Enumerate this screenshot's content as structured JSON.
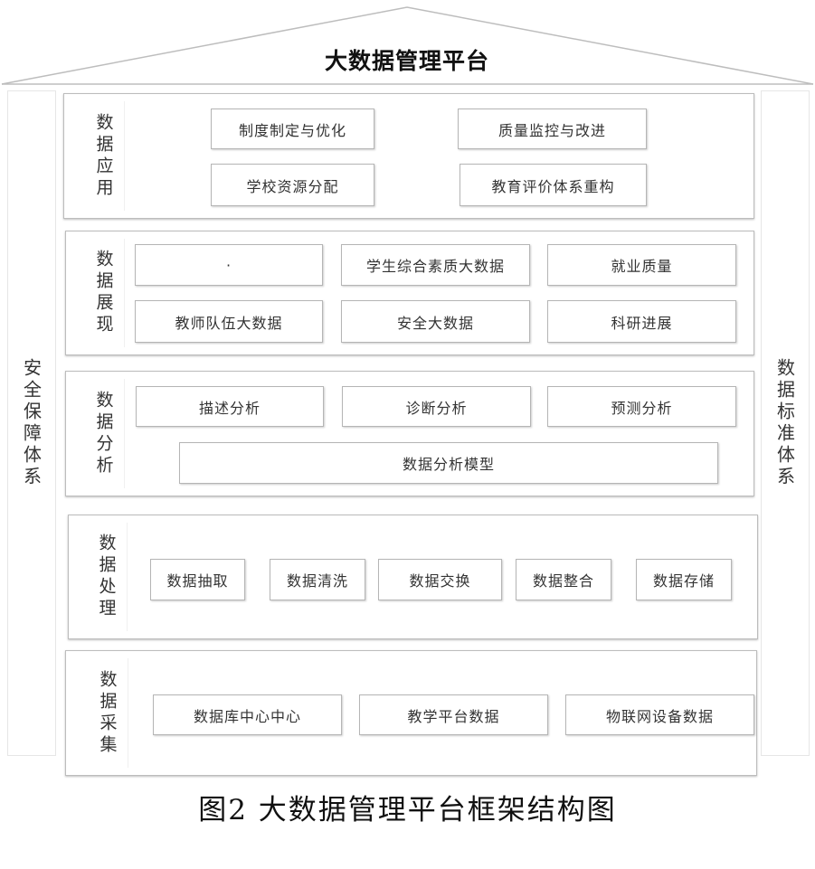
{
  "title": "大数据管理平台",
  "left_pillar": "安全保障体系",
  "right_pillar": "数据标准体系",
  "layers": {
    "application": {
      "label": "数据应用",
      "items": [
        "制度制定与优化",
        "质量监控与改进",
        "学校资源分配",
        "教育评价体系重构"
      ]
    },
    "display": {
      "label": "数据展现",
      "items": [
        "·",
        "学生综合素质大数据",
        "就业质量",
        "教师队伍大数据",
        "安全大数据",
        "科研进展"
      ]
    },
    "analysis": {
      "label": "数据分析",
      "items": [
        "描述分析",
        "诊断分析",
        "预测分析",
        "数据分析模型"
      ]
    },
    "processing": {
      "label": "数据处理",
      "items": [
        "数据抽取",
        "数据清洗",
        "数据交换",
        "数据整合",
        "数据存储"
      ]
    },
    "collection": {
      "label": "数据采集",
      "items": [
        "数据库中心中心",
        "教学平台数据",
        "物联网设备数据"
      ]
    }
  },
  "caption": "图2  大数据管理平台框架结构图"
}
